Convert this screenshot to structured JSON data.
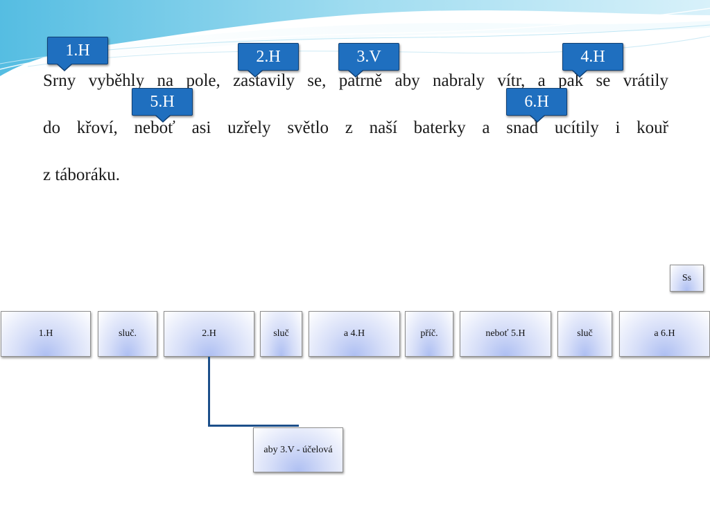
{
  "sentence": {
    "line1": "Srny vyběhly na pole, zastavily se, patrně aby nabraly vítr, a pak se vrátily",
    "line2": "do křoví, neboť asi uzřely světlo z naší baterky a snad ucítily i kouř",
    "line3": "z táboráku."
  },
  "callouts": {
    "c1": "1.H",
    "c2": "2.H",
    "c3": "3.V",
    "c4": "4.H",
    "c5": "5.H",
    "c6": "6.H"
  },
  "diagram": {
    "root": "Ss",
    "row": {
      "n1": "1.H",
      "n2": "sluč.",
      "n3": "2.H",
      "n4": "sluč",
      "n5": "a 4.H",
      "n6": "příč.",
      "n7": "neboť 5.H",
      "n8": "sluč",
      "n9": "a 6.H"
    },
    "child": "aby 3.V - účelová"
  },
  "colors": {
    "callout": "#1f6fbf",
    "connector": "#1c4f8a",
    "wave": "#5fc0e0"
  }
}
